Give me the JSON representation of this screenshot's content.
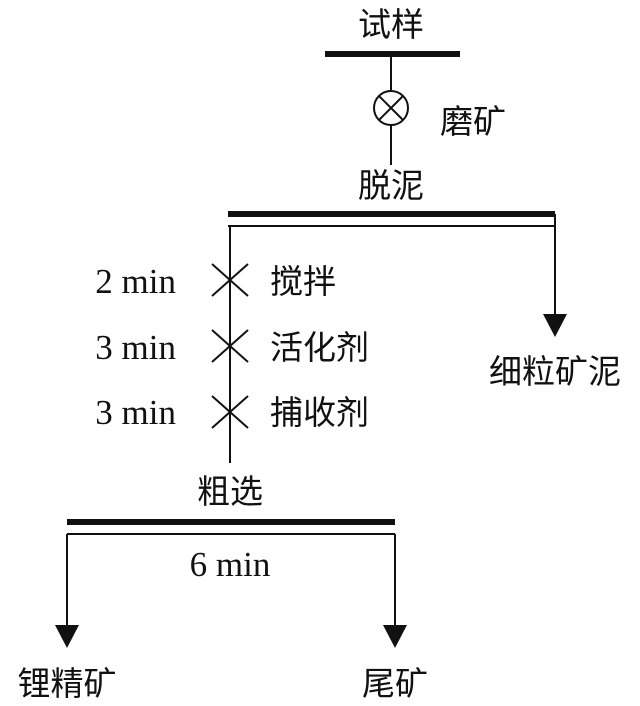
{
  "flowsheet": {
    "sample": "试样",
    "grinding": "磨矿",
    "desliming": "脱泥",
    "slime": "细粒矿泥",
    "steps": [
      {
        "time": "2 min",
        "label": "搅拌"
      },
      {
        "time": "3 min",
        "label": "活化剂"
      },
      {
        "time": "3 min",
        "label": "捕收剂"
      }
    ],
    "rougher": "粗选",
    "rougher_time": "6 min",
    "concentrate": "锂精矿",
    "tailings": "尾矿"
  }
}
